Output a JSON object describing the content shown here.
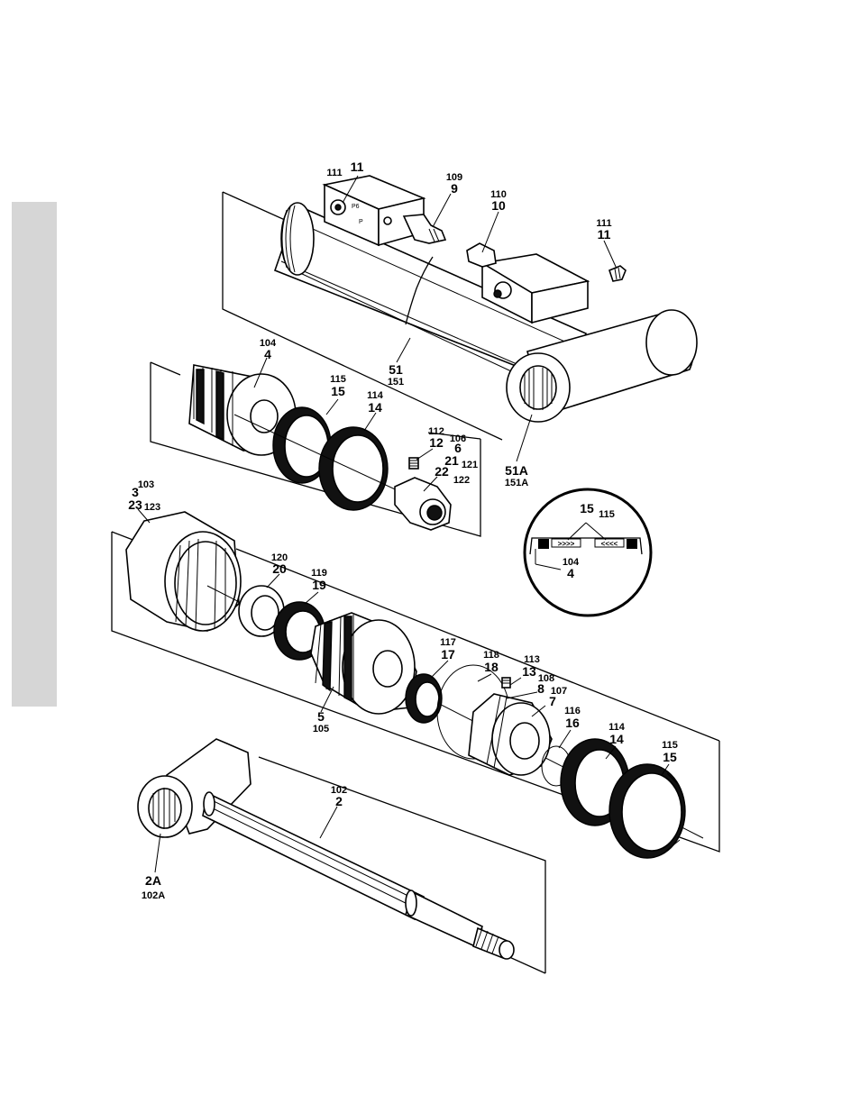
{
  "labels": {
    "l111a": "111",
    "l11a": "11",
    "l109": "109",
    "l9": "9",
    "l110": "110",
    "l10": "10",
    "l111b": "111",
    "l11b": "11",
    "l104a": "104",
    "l4a": "4",
    "l115a": "115",
    "l15a": "15",
    "l114a": "114",
    "l14a": "14",
    "l51": "51",
    "l151": "151",
    "l112": "112",
    "l12": "12",
    "l106": "106",
    "l6": "6",
    "l21": "21",
    "l121": "121",
    "l22": "22",
    "l122": "122",
    "l51A": "51A",
    "l151A": "151A",
    "l103": "103",
    "l3": "3",
    "l23": "23",
    "l123": "123",
    "l15c": "15",
    "l115c": "115",
    "l104c": "104",
    "l4c": "4",
    "l120": "120",
    "l20": "20",
    "l119": "119",
    "l19": "19",
    "l117": "117",
    "l17": "17",
    "l118": "118",
    "l18": "18",
    "l113": "113",
    "l13": "13",
    "l108": "108",
    "l8": "8",
    "l107": "107",
    "l7": "7",
    "l5": "5",
    "l105": "105",
    "l116": "116",
    "l16": "16",
    "l114b": "114",
    "l14b": "14",
    "l115b": "115",
    "l15b": "15",
    "l102": "102",
    "l2": "2",
    "l2A": "2A",
    "l102A": "102A"
  },
  "detail_marks": {
    "left_chevrons": ">>>>",
    "right_chevrons": "<<<<",
    "small_label": "P6",
    "port_label": "P"
  }
}
